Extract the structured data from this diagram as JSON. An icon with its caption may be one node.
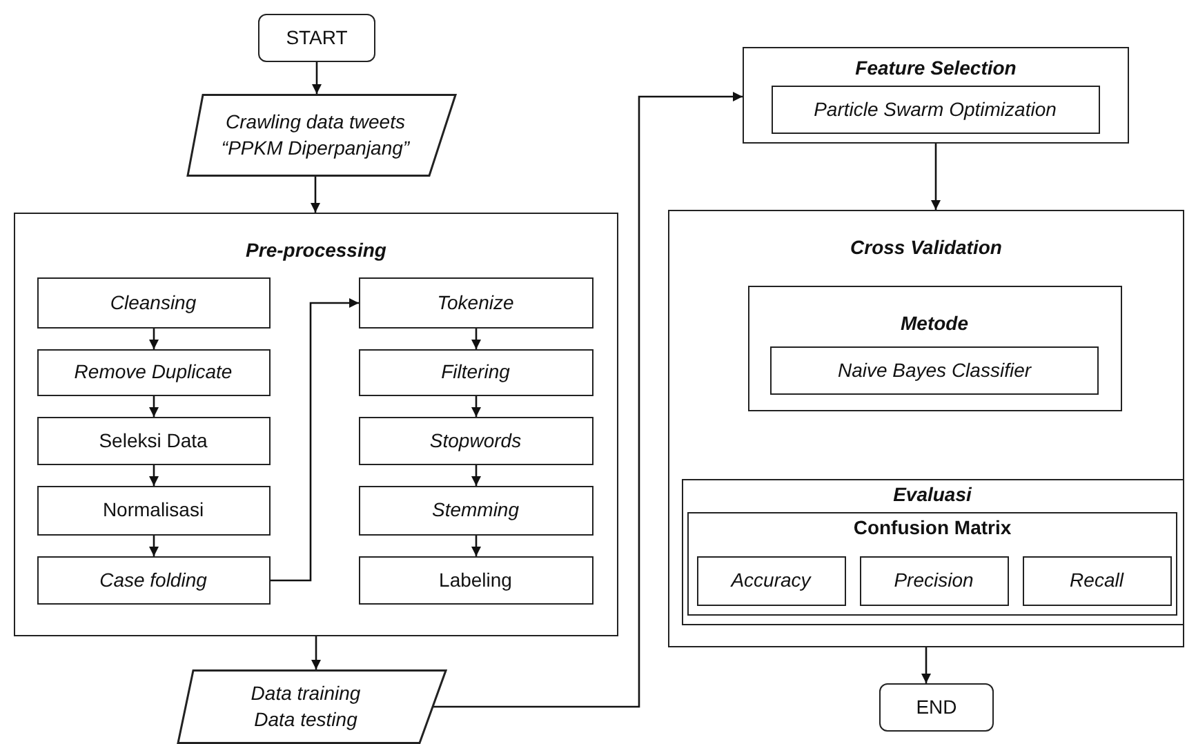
{
  "diagram": {
    "nodes": [
      {
        "text": [
          "START"
        ]
      },
      {
        "text": [
          "Crawling data tweets “PPKM Diperpanjang”"
        ]
      },
      {
        "text": [
          "Pre-processing"
        ]
      },
      {
        "text": [
          "Cleansing"
        ],
        "in": 2
      },
      {
        "text": [
          "Remove Duplicate"
        ],
        "in": 2
      },
      {
        "text": [
          "Seleksi Data"
        ],
        "in": 2
      },
      {
        "text": [
          "Normalisasi"
        ],
        "in": 2
      },
      {
        "text": [
          "Case folding"
        ],
        "in": 2
      },
      {
        "text": [
          "Tokenize"
        ],
        "in": 2
      },
      {
        "text": [
          "Filtering"
        ],
        "in": 2
      },
      {
        "text": [
          "Stopwords"
        ],
        "in": 2
      },
      {
        "text": [
          "Stemming"
        ],
        "in": 2
      },
      {
        "text": [
          "Labeling"
        ],
        "in": 2
      },
      {
        "text": [
          "Data training",
          "Data testing"
        ]
      },
      {
        "text": [
          "Feature Selection"
        ]
      },
      {
        "text": [
          "Particle Swarm Optimization"
        ],
        "in": 14
      },
      {
        "text": [
          "Cross Validation"
        ]
      },
      {
        "text": [
          "Metode"
        ],
        "in": 16
      },
      {
        "text": [
          "Naive Bayes Classifier"
        ],
        "in": 17
      },
      {
        "text": [
          "Evaluasi"
        ],
        "in": 16
      },
      {
        "text": [
          "Confusion Matrix"
        ],
        "in": 19
      },
      {
        "text": [
          "Accuracy"
        ],
        "in": 20
      },
      {
        "text": [
          "Precision"
        ],
        "in": 20
      },
      {
        "text": [
          "Recall"
        ],
        "in": 20
      },
      {
        "text": [
          "END"
        ]
      }
    ],
    "edges": [
      {
        "from": 0,
        "to": 1,
        "arrow": "to"
      },
      {
        "from": 1,
        "to": 2,
        "arrow": "to"
      },
      {
        "from": 3,
        "to": 4,
        "arrow": "to"
      },
      {
        "from": 4,
        "to": 5,
        "arrow": "to"
      },
      {
        "from": 5,
        "to": 6,
        "arrow": "to"
      },
      {
        "from": 6,
        "to": 7,
        "arrow": "to"
      },
      {
        "from": 7,
        "to": 8,
        "arrow": "to"
      },
      {
        "from": 8,
        "to": 9,
        "arrow": "to"
      },
      {
        "from": 9,
        "to": 10,
        "arrow": "to"
      },
      {
        "from": 10,
        "to": 11,
        "arrow": "to"
      },
      {
        "from": 11,
        "to": 12,
        "arrow": "to"
      },
      {
        "from": 2,
        "to": 13,
        "arrow": "to"
      },
      {
        "from": 13,
        "to": 14,
        "arrow": "to"
      },
      {
        "from": 14,
        "to": 16,
        "arrow": "to"
      },
      {
        "from": 16,
        "to": 24,
        "arrow": "to"
      }
    ]
  }
}
